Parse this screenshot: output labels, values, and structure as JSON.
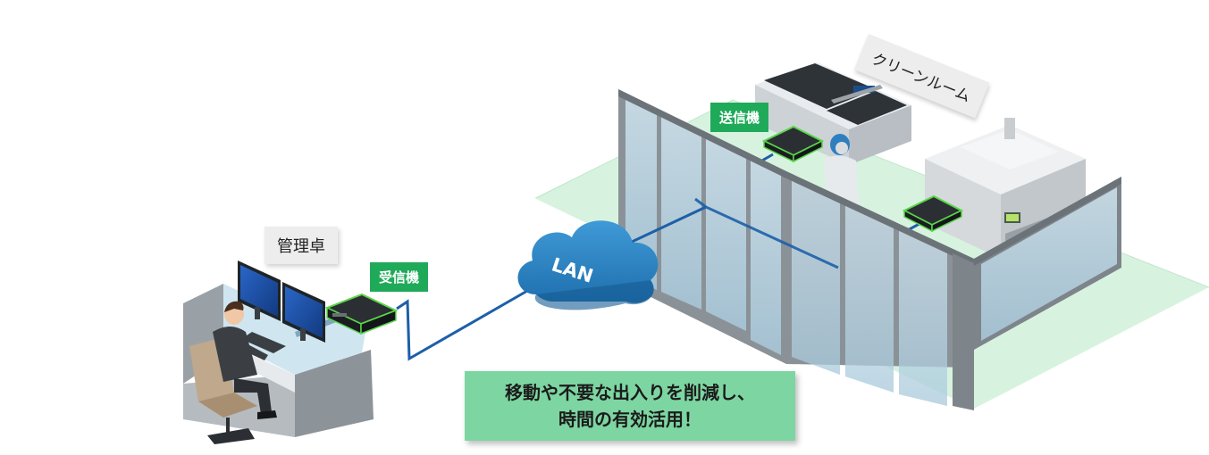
{
  "labels": {
    "management_desk": "管理卓",
    "clean_room": "クリーンルーム",
    "receiver": "受信機",
    "transmitter": "送信機",
    "network": "LAN"
  },
  "callout": {
    "line1": "移動や不要な出入りを削減し、",
    "line2": "時間の有効活用！"
  },
  "colors": {
    "accent_green": "#1faa59",
    "callout_green": "#7dd6a2",
    "floor_green": "#d5f2df",
    "cable_blue": "#1d5fa8",
    "cloud_blue": "#2b87c9",
    "device_glow": "#5bd54a"
  }
}
